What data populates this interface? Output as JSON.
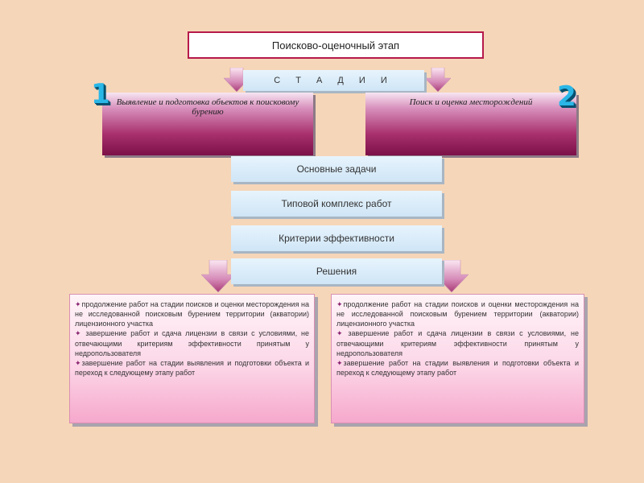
{
  "title": "Поисково-оценочный этап",
  "stages_label": "С Т А Д И И",
  "stages": [
    {
      "number": "1",
      "label": "Выявление и подготовка объектов к поисковому бурению"
    },
    {
      "number": "2",
      "label": "Поиск и оценка месторождений"
    }
  ],
  "tasks": [
    "Основные задачи",
    "Типовой комплекс работ",
    "Критерии эффективности",
    "Решения"
  ],
  "decisions_left": [
    "продолжение работ на стадии поисков и оценки месторождения на не исследованной поисковым бурением территории (акватории) лицензионного участка",
    " завершение работ и сдача лицензии в связи с условиями, не отвечающими критериям эффективности принятым у недропользователя",
    "завершение работ на стадии выявления и подготовки объекта и переход к следующему этапу работ"
  ],
  "decisions_right": [
    "продолжение работ на стадии поисков и оценки месторождения на не исследованной поисковым бурением территории (акватории) лицензионного участка",
    " завершение работ и сдача лицензии в связи с условиями, не отвечающими критериям эффективности принятым у недропользователя",
    "завершение работ на стадии выявления и подготовки объекта и переход к следующему этапу работ"
  ],
  "bullet_symbol": "✦",
  "colors": {
    "background": "#f6d6b8",
    "title_border": "#b5194a",
    "stage_dark": "#7c1047",
    "number": "#2ab7e7",
    "arrow_dark": "#a93a76"
  },
  "icons": [
    "down-arrow-icon"
  ]
}
